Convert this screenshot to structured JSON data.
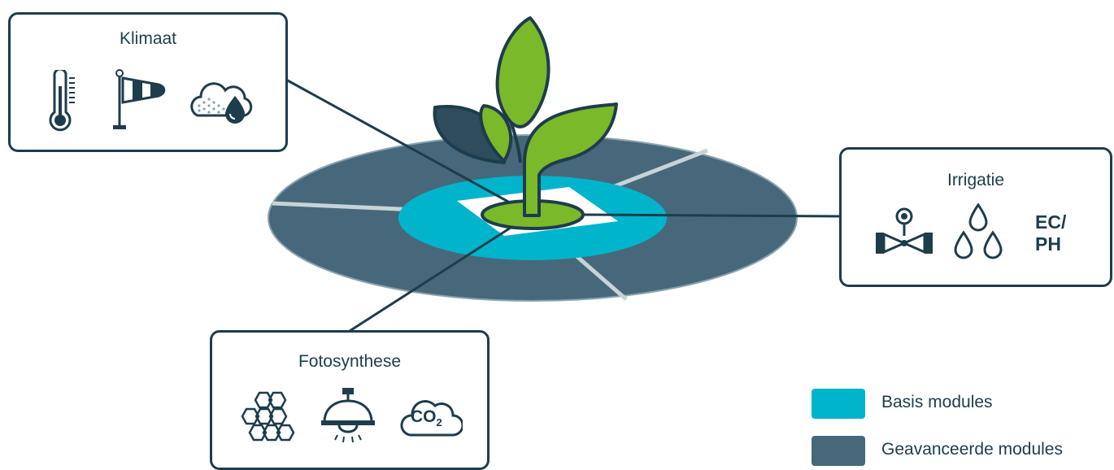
{
  "modules": {
    "climate": {
      "title": "Klimaat",
      "icons": [
        "thermometer-icon",
        "windsock-icon",
        "humidity-cloud-icon"
      ]
    },
    "irrigation": {
      "title": "Irrigatie",
      "icons": [
        "valve-icon",
        "water-drops-icon"
      ],
      "ec_ph_label": "EC/\nPH"
    },
    "photosynthesis": {
      "title": "Fotosynthese",
      "icons": [
        "honeycomb-icon",
        "grow-lamp-icon",
        "co2-cloud-icon"
      ],
      "co2_label": "CO",
      "co2_subscript": "2"
    }
  },
  "legend": [
    {
      "label": "Basis modules",
      "color": "#00b4cc"
    },
    {
      "label": "Geavanceerde modules",
      "color": "#47687a"
    }
  ],
  "colors": {
    "outline": "#1d3d4c",
    "plant_green": "#7ab929",
    "dark_leaf": "#2f4c5c",
    "basis": "#00b4cc",
    "advanced": "#47687a"
  }
}
